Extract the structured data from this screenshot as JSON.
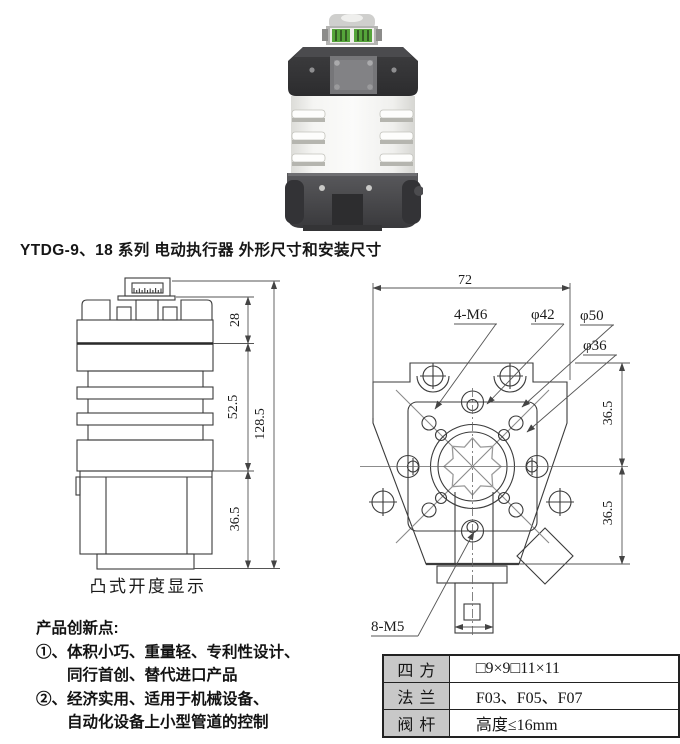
{
  "title": "YTDG-9、18 系列 电动执行器  外形尺寸和安装尺寸",
  "left_drawing": {
    "caption": "凸式开度显示",
    "dims": {
      "cap_height": "28",
      "body_height": "52.5",
      "base_height": "36.5",
      "total_height": "128.5"
    }
  },
  "right_drawing": {
    "dims": {
      "overall_width": "72",
      "upper_half": "36.5",
      "lower_half": "36.5"
    },
    "labels": {
      "corner_holes": "4-M6",
      "bcd_42": "φ42",
      "bcd_50": "φ50",
      "bcd_36": "φ36",
      "small_holes": "8-M5"
    }
  },
  "innovation": {
    "heading": "产品创新点:",
    "item1_num": "①、",
    "item1_line1": "体积小巧、重量轻、专利性设计、",
    "item1_line2": "同行首创、替代进口产品",
    "item2_num": "②、",
    "item2_line1": "经济实用、适用于机械设备、",
    "item2_line2": "自动化设备上小型管道的控制"
  },
  "spec_table": {
    "rows": [
      {
        "label": "四方",
        "value": "□9×9□11×11"
      },
      {
        "label": "法兰",
        "value": "F03、F05、F07"
      },
      {
        "label": "阀杆",
        "value": "高度≤16mm"
      }
    ]
  }
}
